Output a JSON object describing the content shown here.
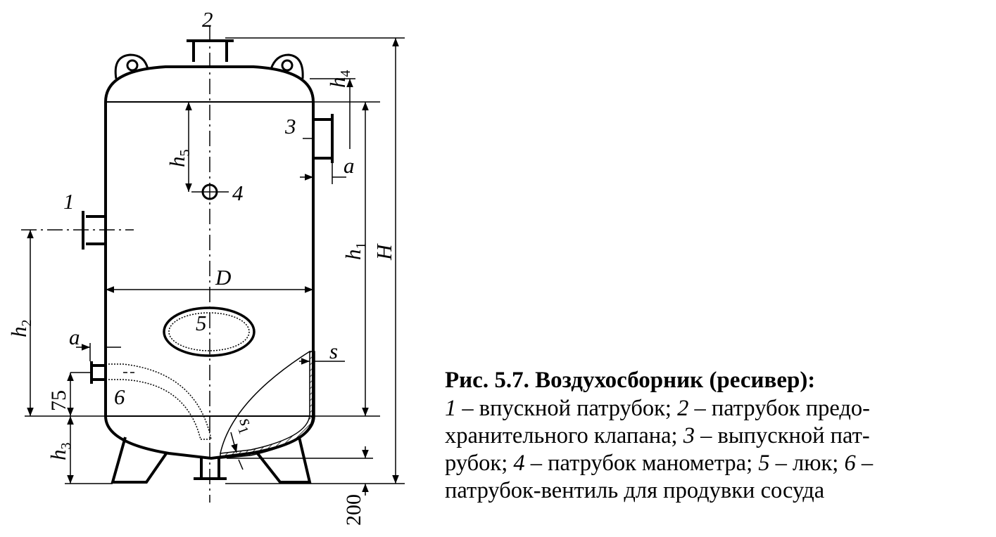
{
  "labels": {
    "n1": "1",
    "n2": "2",
    "n3": "3",
    "n4": "4",
    "n5": "5",
    "n6": "6",
    "D": "D",
    "H": "H",
    "a": "a",
    "s": "s",
    "s1": "s",
    "h": "h"
  },
  "subscripts": {
    "h1": "1",
    "h2": "2",
    "h3": "3",
    "h4": "4",
    "h5": "5",
    "s1": "1"
  },
  "dims": {
    "d75": "75",
    "d200": "200"
  },
  "caption": {
    "title": "Рис. 5.7. Воздухосборник (ресивер):",
    "items": [
      {
        "num": "1",
        "text": " – впускной патрубок; "
      },
      {
        "num": "2",
        "text": " – патрубок предо-"
      },
      {
        "num": "",
        "text": "хранительного клапана; "
      },
      {
        "num": "3",
        "text": " – выпускной пат-"
      },
      {
        "num": "",
        "text": "рубок; "
      },
      {
        "num": "4",
        "text": " – патрубок манометра; "
      },
      {
        "num": "5",
        "text": " – люк; "
      },
      {
        "num": "6",
        "text": " –"
      },
      {
        "num": "",
        "text": " патрубок-вентиль для продувки сосуда"
      }
    ]
  }
}
